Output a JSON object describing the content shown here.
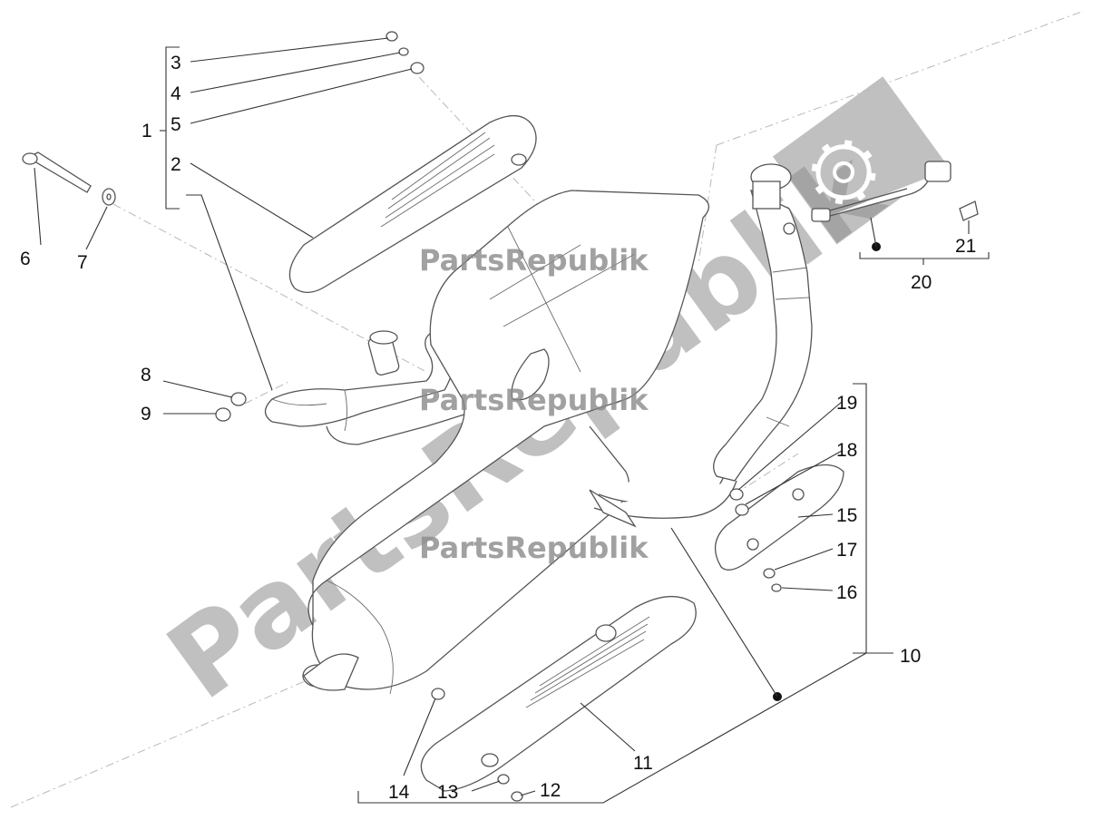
{
  "watermark": {
    "large_text": "PartsRepublik",
    "small_text": "PartsRepublik",
    "color": "#8c8c8c"
  },
  "labels": {
    "n1": "1",
    "n2": "2",
    "n3": "3",
    "n4": "4",
    "n5": "5",
    "n6": "6",
    "n7": "7",
    "n8": "8",
    "n9": "9",
    "n10": "10",
    "n11": "11",
    "n12": "12",
    "n13": "13",
    "n14": "14",
    "n15": "15",
    "n16": "16",
    "n17": "17",
    "n18": "18",
    "n19": "19",
    "n20": "20",
    "n21": "21"
  },
  "icons": [
    "gear-icon",
    "bolt-icon",
    "washer-icon",
    "nut-icon",
    "lambda-sensor-icon",
    "clip-icon"
  ]
}
